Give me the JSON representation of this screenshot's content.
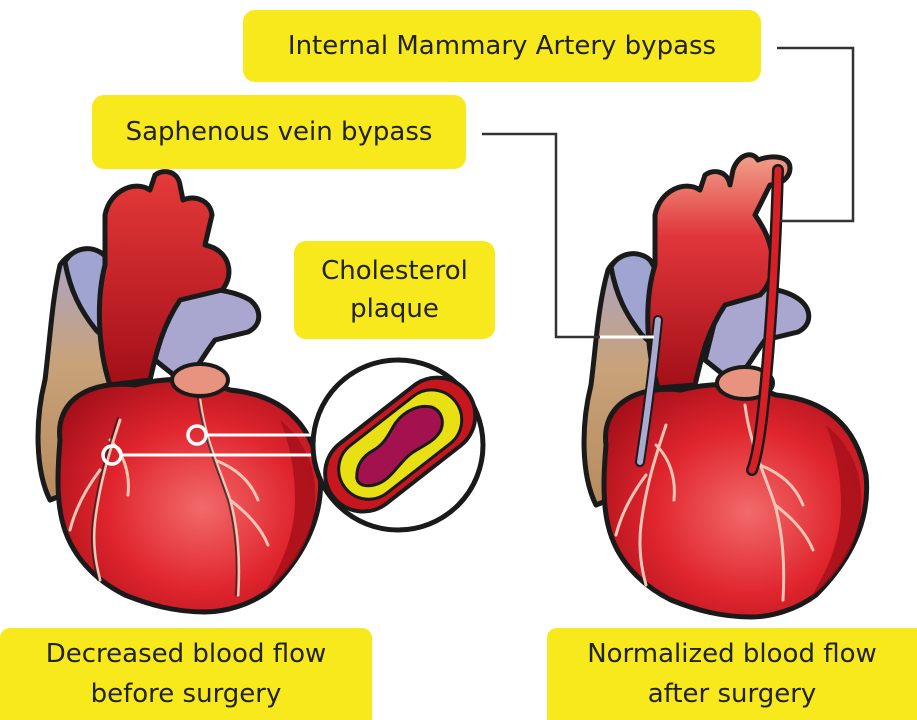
{
  "labels": {
    "internal_mammary": "Internal Mammary Artery bypass",
    "saphenous": "Saphenous vein bypass",
    "plaque_line1": "Cholesterol",
    "plaque_line2": "plaque",
    "before_line1": "Decreased blood flow",
    "before_line2": "before surgery",
    "after_line1": "Normalized blood flow",
    "after_line2": "after surgery"
  },
  "colors": {
    "label_background": "#f7e91b",
    "heart_red": "#e0252e",
    "heart_dark_red": "#b3121c",
    "aorta_red": "#c8161f",
    "vena_cava_blue": "#9fa4d1",
    "atrium_tan": "#c79a6d",
    "plaque_yellow": "#e9e013",
    "vessel_pink": "#f4b49a",
    "outline": "#1a1a1a"
  },
  "icons": [
    "heart-before-illustration",
    "heart-after-illustration",
    "artery-cross-section-magnifier"
  ]
}
